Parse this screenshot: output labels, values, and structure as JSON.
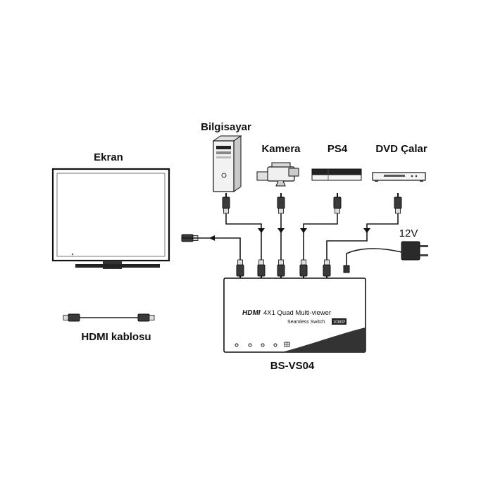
{
  "labels": {
    "monitor": "Ekran",
    "computer": "Bilgisayar",
    "camera": "Kamera",
    "ps4": "PS4",
    "dvd": "DVD Çalar",
    "power": "12V",
    "cable": "HDMI kablosu",
    "model": "BS-VS04"
  },
  "device": {
    "brand": "HDMI",
    "title": "4X1 Quad Multi-viewer",
    "subtitle": "Seamless Switch",
    "badge": "1080P"
  }
}
